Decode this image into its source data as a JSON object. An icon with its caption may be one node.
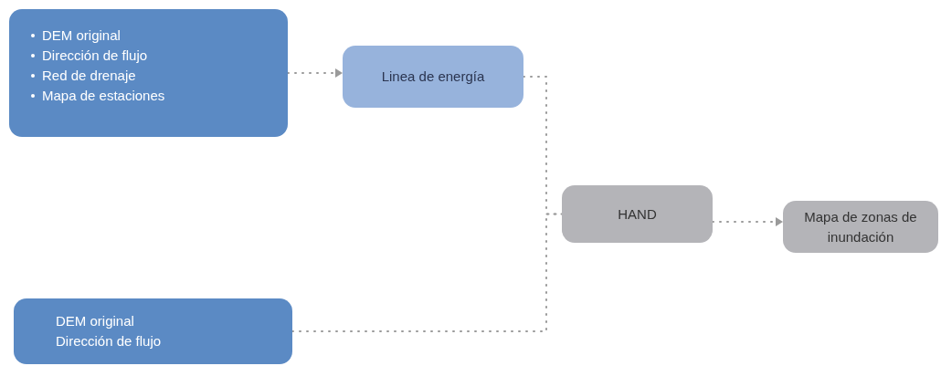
{
  "diagram": {
    "nodes": [
      {
        "text": [
          "DEM original",
          "Dirección de flujo",
          "Red de drenaje",
          "Mapa de estaciones"
        ]
      },
      {
        "text": [
          "Linea de energía"
        ]
      },
      {
        "text": [
          "HAND"
        ]
      },
      {
        "text": [
          "Mapa de zonas de inundación"
        ]
      },
      {
        "text": [
          "DEM original",
          "Dirección de flujo"
        ]
      }
    ],
    "edges": [
      {
        "from": 0,
        "to": 1,
        "arrow": "to",
        "style": "dashed"
      },
      {
        "from": 1,
        "to": 2,
        "arrow": "none",
        "style": "dashed"
      },
      {
        "from": 4,
        "to": 2,
        "arrow": "none",
        "style": "dashed"
      },
      {
        "from": 2,
        "to": 3,
        "arrow": "to",
        "style": "dashed"
      }
    ]
  }
}
